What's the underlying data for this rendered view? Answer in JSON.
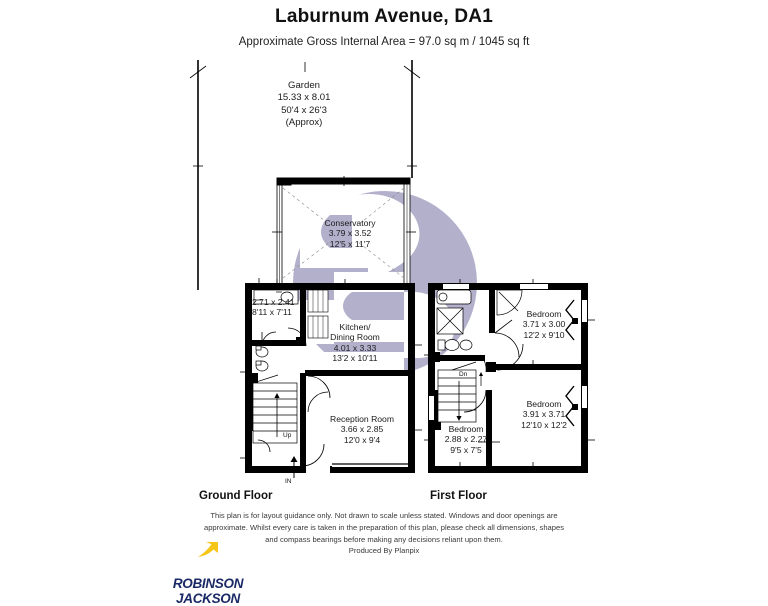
{
  "header": {
    "title": "Laburnum Avenue, DA1",
    "area_line": "Approximate Gross Internal Area = 97.0 sq m / 1045 sq ft"
  },
  "floors": {
    "ground_label": "Ground Floor",
    "first_label": "First Floor"
  },
  "rooms": {
    "garden": {
      "name": "Garden",
      "metric": "15.33 x 8.01",
      "imperial": "50'4 x 26'3",
      "approx": "(Approx)"
    },
    "conservatory": {
      "name": "Conservatory",
      "metric": "3.79 x 3.52",
      "imperial": "12'5 x 11'7"
    },
    "utility": {
      "name": "",
      "metric": "2.71 x 2.41",
      "imperial": "8'11 x 7'11"
    },
    "kitchen_dining": {
      "name_line1": "Kitchen/",
      "name_line2": "Dining Room",
      "metric": "4.01 x 3.33",
      "imperial": "13'2 x 10'11"
    },
    "reception": {
      "name": "Reception Room",
      "metric": "3.66 x 2.85",
      "imperial": "12'0 x 9'4"
    },
    "bedroom_1": {
      "name": "Bedroom",
      "metric": "3.71 x 3.00",
      "imperial": "12'2 x 9'10"
    },
    "bedroom_2": {
      "name": "Bedroom",
      "metric": "3.91 x 3.71",
      "imperial": "12'10 x 12'2"
    },
    "bedroom_3": {
      "name": "Bedroom",
      "metric": "2.88 x 2.27",
      "imperial": "9'5 x 7'5"
    }
  },
  "annotations": {
    "stairs_up": "Up",
    "stairs_down": "Dn",
    "entrance": "IN"
  },
  "footer": {
    "disclaimer": "This plan is for layout guidance only. Not drawn to scale unless stated. Windows and door openings are approximate. Whilst every care is taken in the preparation of this plan, please check all dimensions, shapes and compass bearings before making any decisions reliant upon them.",
    "produced_by": "Produced By Planpix"
  },
  "logo": {
    "line1": "ROBINSON",
    "line2": "JACKSON",
    "navy": "#1b2a66",
    "yellow": "#f5c518"
  },
  "colors": {
    "wall": "#000000",
    "watermark": "#b3b0cc",
    "text": "#1a1a1a",
    "thin_line": "#000000"
  }
}
